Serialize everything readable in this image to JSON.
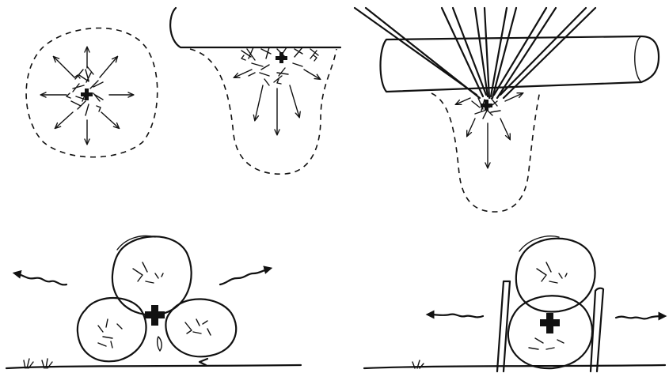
{
  "figure": {
    "panels": [
      {
        "id": "ground-fire",
        "description_tag": "spread-circle"
      },
      {
        "id": "log-underside-fire",
        "description_tag": "spread-teardrop"
      },
      {
        "id": "teepee-under-log",
        "description_tag": "spread-teardrop"
      },
      {
        "id": "three-log-star-fire",
        "description_tag": "heat-radiates-two-sides"
      },
      {
        "id": "stacked-log-fire",
        "description_tag": "heat-radiates-two-sides"
      }
    ],
    "colors": {
      "ink": "#111111",
      "background": "#ffffff"
    },
    "icons": [
      "heat-origin-cross-icon",
      "spread-arrow-icon",
      "wavy-heat-arrow-icon"
    ]
  }
}
